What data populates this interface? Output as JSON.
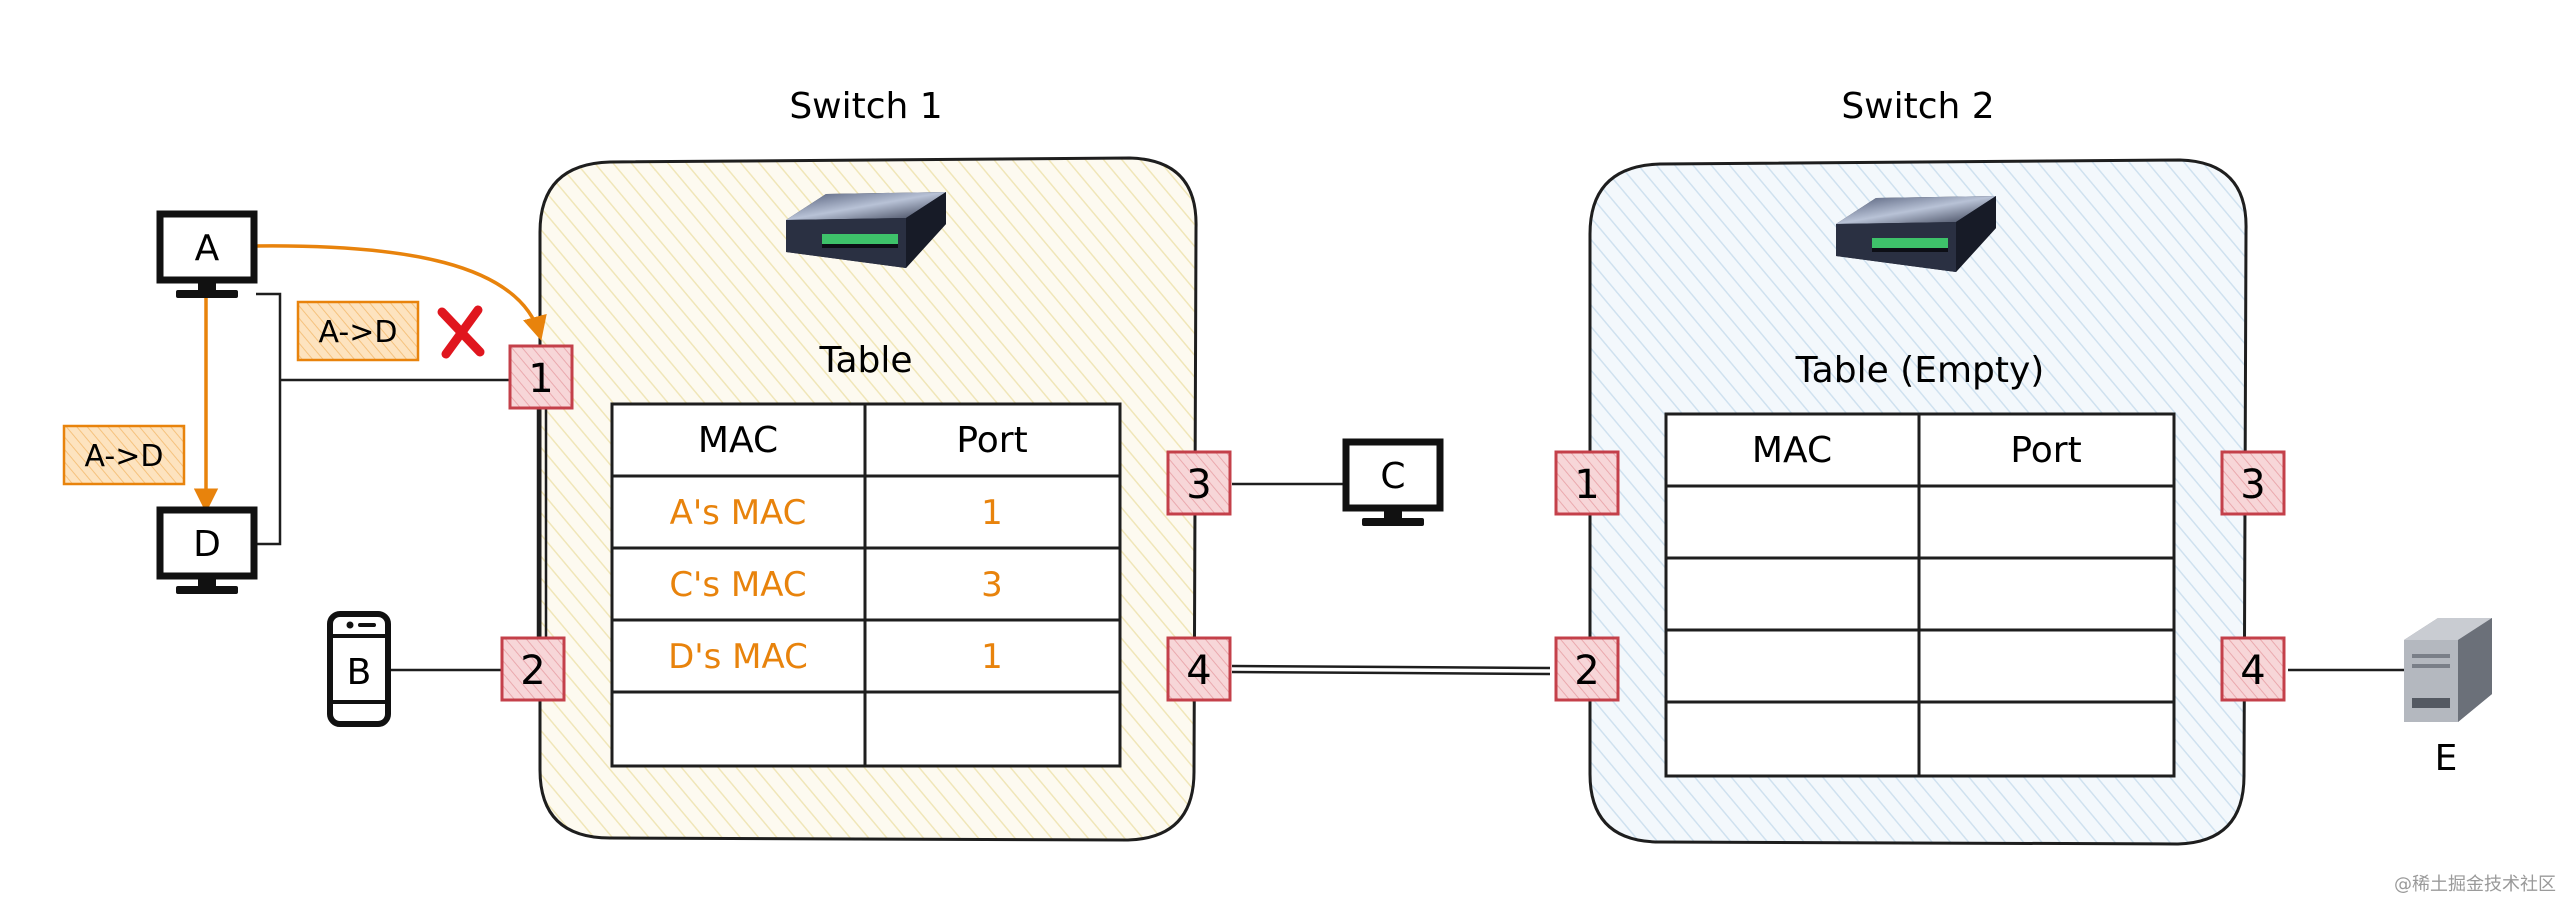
{
  "switches": [
    {
      "title": "Switch 1",
      "table_title": "Table",
      "headers": [
        "MAC",
        "Port"
      ],
      "rows": [
        {
          "mac": "A's MAC",
          "port": "1"
        },
        {
          "mac": "C's MAC",
          "port": "3"
        },
        {
          "mac": "D's MAC",
          "port": "1"
        },
        {
          "mac": "",
          "port": ""
        }
      ],
      "ports": [
        "1",
        "2",
        "3",
        "4"
      ],
      "fill": "#fbf7e3"
    },
    {
      "title": "Switch 2",
      "table_title": "Table (Empty)",
      "headers": [
        "MAC",
        "Port"
      ],
      "rows": [
        {
          "mac": "",
          "port": ""
        },
        {
          "mac": "",
          "port": ""
        },
        {
          "mac": "",
          "port": ""
        },
        {
          "mac": "",
          "port": ""
        }
      ],
      "ports": [
        "1",
        "2",
        "3",
        "4"
      ],
      "fill": "#e6f0f8"
    }
  ],
  "hosts": {
    "a": "A",
    "d": "D",
    "b": "B",
    "c": "C",
    "e": "E"
  },
  "frames": [
    {
      "label": "A->D",
      "dropped": true
    },
    {
      "label": "A->D",
      "dropped": false
    }
  ],
  "drop_mark": "X",
  "watermark": "@稀土掘金技术社区",
  "colors": {
    "accent": "#e8830c",
    "frame_fill": "#fbd8a8",
    "port_fill": "#f5c9cc",
    "port_stroke": "#c4404a",
    "drop": "#e0161e"
  }
}
